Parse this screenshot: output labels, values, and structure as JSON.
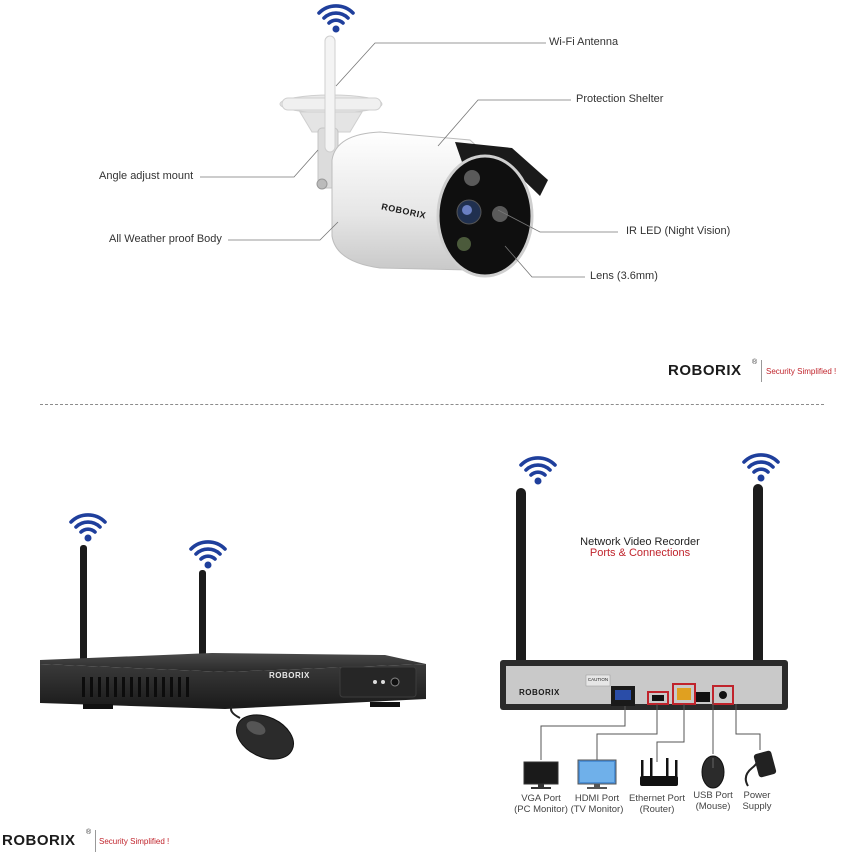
{
  "camera": {
    "callouts": {
      "wifi_antenna": "Wi-Fi Antenna",
      "protection_shelter": "Protection Shelter",
      "angle_mount": "Angle adjust mount",
      "ir_led": "IR LED (Night Vision)",
      "weather_body": "All Weather proof Body",
      "lens": "Lens (3.6mm)"
    },
    "body_logo": "ROBORIX"
  },
  "brand": {
    "name": "ROBORIX",
    "registered": "®",
    "tagline": "Security Simplified !"
  },
  "nvr_panel": {
    "title": "Network Video Recorder",
    "subtitle": "Ports & Connections",
    "front_logo": "ROBORIX",
    "rear_logo": "ROBORIX",
    "caution": "CAUTION",
    "ports": [
      {
        "line1": "VGA Port",
        "line2": "(PC Monitor)",
        "icon": "monitor-icon"
      },
      {
        "line1": "HDMI Port",
        "line2": "(TV Monitor)",
        "icon": "tv-monitor-icon"
      },
      {
        "line1": "Ethernet Port",
        "line2": "(Router)",
        "icon": "router-icon"
      },
      {
        "line1": "USB Port",
        "line2": "(Mouse)",
        "icon": "mouse-icon"
      },
      {
        "line1": "Power",
        "line2": "Supply",
        "icon": "power-adapter-icon"
      }
    ]
  },
  "colors": {
    "wifi_blue": "#1f3f9c",
    "accent_red": "#c0242c",
    "nvr_body": "#2e2e2e"
  }
}
